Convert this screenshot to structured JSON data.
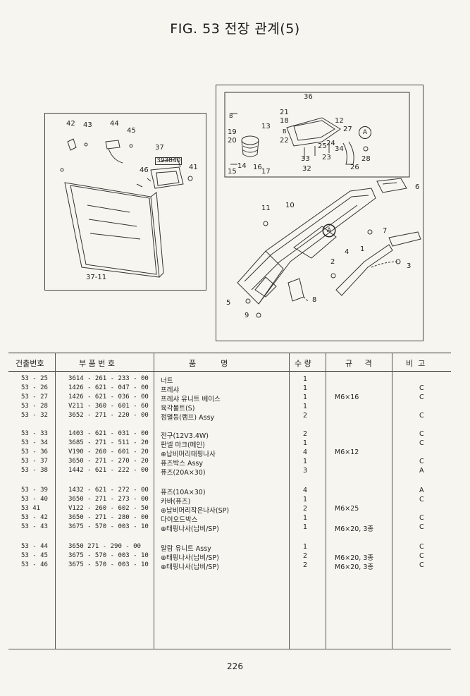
{
  "title": "FIG. 53 전장 관계(5)",
  "left_figure": {
    "callouts": [
      "42",
      "43",
      "44",
      "45",
      "37",
      "46",
      "393840",
      "41",
      "37-11"
    ]
  },
  "right_figure": {
    "callouts": [
      "36",
      "21",
      "18",
      "13",
      "12",
      "19",
      "20",
      "22",
      "27",
      "24",
      "34",
      "25",
      "33",
      "23",
      "28",
      "15",
      "14",
      "16",
      "17",
      "32",
      "26",
      "6",
      "11",
      "10",
      "7",
      "1",
      "4",
      "2",
      "3",
      "5",
      "8",
      "9"
    ],
    "markers": [
      "A",
      "A",
      "B",
      "B"
    ]
  },
  "table": {
    "headers": {
      "no": "건출번호",
      "part": "부 품 번 호",
      "name": "품          명",
      "qty": "수 량",
      "spec": "규     격",
      "note": "비  고"
    },
    "rows": [
      {
        "no": "53 - 25",
        "part": "3614 - 261 - 233 - 00",
        "name": "너트",
        "qty": "1",
        "spec": "",
        "note": ""
      },
      {
        "no": "53 - 26",
        "part": "1426 - 621 - 047 - 00",
        "name": "프레샤",
        "qty": "1",
        "spec": "",
        "note": "C"
      },
      {
        "no": "53 - 27",
        "part": "1426 - 621 - 036 - 00",
        "name": "프레샤 유니트 베이스",
        "qty": "1",
        "spec": "M6×16",
        "note": "C"
      },
      {
        "no": "53 - 28",
        "part": "V211 - 360 - 601 - 60",
        "name": "육각볼트(S)",
        "qty": "1",
        "spec": "",
        "note": ""
      },
      {
        "no": "53 - 32",
        "part": "3652 - 271 - 220 - 00",
        "name": "점멸등(램프) Assy",
        "qty": "2",
        "spec": "",
        "note": "C"
      },
      {
        "no": "53 - 33",
        "part": "1403 - 621 - 031 - 00",
        "name": "전구(12V3.4W)",
        "qty": "2",
        "spec": "",
        "note": "C"
      },
      {
        "no": "53 - 34",
        "part": "3685 - 271 - 511 - 20",
        "name": "판넬 마크(메인)",
        "qty": "1",
        "spec": "",
        "note": "C"
      },
      {
        "no": "53 - 36",
        "part": "V190 - 260 - 601 - 20",
        "name": "⊕납비머리태핑나사",
        "qty": "4",
        "spec": "M6×12",
        "note": ""
      },
      {
        "no": "53 - 37",
        "part": "3650 - 271 - 270 - 20",
        "name": "퓨즈박스 Assy",
        "qty": "1",
        "spec": "",
        "note": "C"
      },
      {
        "no": "53 - 38",
        "part": "1442 - 621 - 222 - 00",
        "name": "퓨즈(20A×30)",
        "qty": "3",
        "spec": "",
        "note": "A"
      },
      {
        "no": "53 - 39",
        "part": "1432 - 621 - 272 - 00",
        "name": "퓨즈(10A×30)",
        "qty": "4",
        "spec": "",
        "note": "A"
      },
      {
        "no": "53 - 40",
        "part": "3650 - 271 - 273 - 00",
        "name": "카바(퓨즈)",
        "qty": "1",
        "spec": "",
        "note": "C"
      },
      {
        "no": "53  41",
        "part": "V122 - 260 - 602 - 50",
        "name": "⊕납비머리작은나사(SP)",
        "qty": "2",
        "spec": "M6×25",
        "note": ""
      },
      {
        "no": "53 - 42",
        "part": "3650 - 271 - 280 - 00",
        "name": "다이오드박스",
        "qty": "1",
        "spec": "",
        "note": "C"
      },
      {
        "no": "53 - 43",
        "part": "3675 - 570 - 003 - 10",
        "name": "⊕태핑나사(납비/SP)",
        "qty": "1",
        "spec": "M6×20, 3종",
        "note": "C"
      },
      {
        "no": "53 - 44",
        "part": "3650  271 - 290 - 00",
        "name": "알람 유니트 Assy",
        "qty": "1",
        "spec": "",
        "note": "C"
      },
      {
        "no": "53 - 45",
        "part": "3675 - 570 - 003 - 10",
        "name": "⊕태핑나사(납비/SP)",
        "qty": "2",
        "spec": "M6×20, 3종",
        "note": "C"
      },
      {
        "no": "53 - 46",
        "part": "3675 - 570 - 003 - 10",
        "name": "⊕태핑나사(납비/SP)",
        "qty": "2",
        "spec": "M6×20, 3종",
        "note": "C"
      }
    ]
  },
  "page_number": "226"
}
